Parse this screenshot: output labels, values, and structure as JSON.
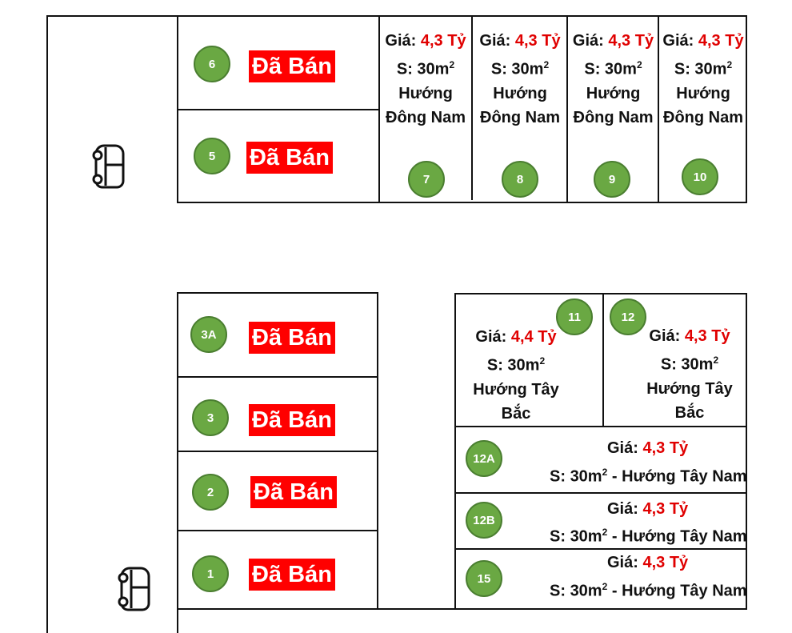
{
  "sold_label": "Đã Bán",
  "price_prefix": "Giá:",
  "area_prefix": "S:",
  "colors": {
    "lot_circle": "#6aa843",
    "sold_bg": "#ff0000",
    "price": "#e00000"
  },
  "icons": [
    "car-icon-upper",
    "car-icon-lower"
  ],
  "lots": [
    {
      "id": "6",
      "status": "Đã Bán"
    },
    {
      "id": "5",
      "status": "Đã Bán"
    },
    {
      "id": "7",
      "price": "4,3 Tỷ",
      "area": "30m",
      "direction_line1": "Hướng",
      "direction_line2": "Đông Nam"
    },
    {
      "id": "8",
      "price": "4,3 Tỷ",
      "area": "30m",
      "direction_line1": "Hướng",
      "direction_line2": "Đông Nam"
    },
    {
      "id": "9",
      "price": "4,3 Tỷ",
      "area": "30m",
      "direction_line1": "Hướng",
      "direction_line2": "Đông Nam"
    },
    {
      "id": "10",
      "price": "4,3 Tỷ",
      "area": "30m",
      "direction_line1": "Hướng",
      "direction_line2": "Đông Nam"
    },
    {
      "id": "3A",
      "status": "Đã Bán"
    },
    {
      "id": "3",
      "status": "Đã Bán"
    },
    {
      "id": "2",
      "status": "Đã Bán"
    },
    {
      "id": "1",
      "status": "Đã Bán"
    },
    {
      "id": "11",
      "price": "4,4 Tỷ",
      "area": "30m",
      "direction_line1": "Hướng Tây",
      "direction_line2": "Bắc"
    },
    {
      "id": "12",
      "price": "4,3 Tỷ",
      "area": "30m",
      "direction_line1": "Hướng Tây",
      "direction_line2": "Bắc"
    },
    {
      "id": "12A",
      "price": "4,3 Tỷ",
      "area": "30m",
      "direction": "Hướng Tây Nam"
    },
    {
      "id": "12B",
      "price": "4,3 Tỷ",
      "area": "30m",
      "direction": "Hướng Tây Nam"
    },
    {
      "id": "15",
      "price": "4,3 Tỷ",
      "area": "30m",
      "direction": "Hướng Tây Nam"
    }
  ]
}
